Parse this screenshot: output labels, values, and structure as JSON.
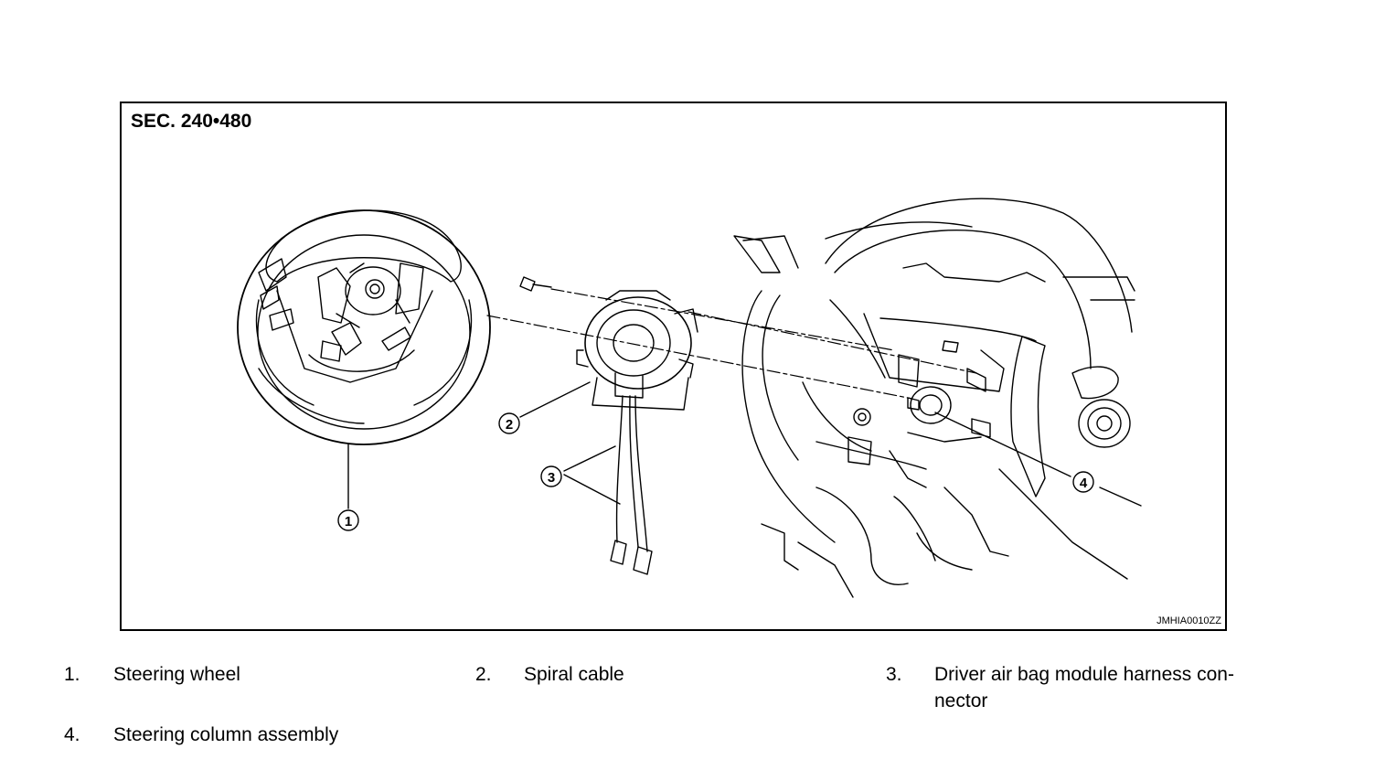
{
  "figure": {
    "section": "SEC. 240•480",
    "code": "JMHIA0010ZZ",
    "callouts": [
      "1",
      "2",
      "3",
      "4"
    ]
  },
  "legend": [
    {
      "num": "1.",
      "label": "Steering wheel"
    },
    {
      "num": "2.",
      "label": "Spiral cable"
    },
    {
      "num": "3.",
      "label": "Driver air bag module harness con-\nnector"
    },
    {
      "num": "4.",
      "label": "Steering column assembly"
    }
  ]
}
